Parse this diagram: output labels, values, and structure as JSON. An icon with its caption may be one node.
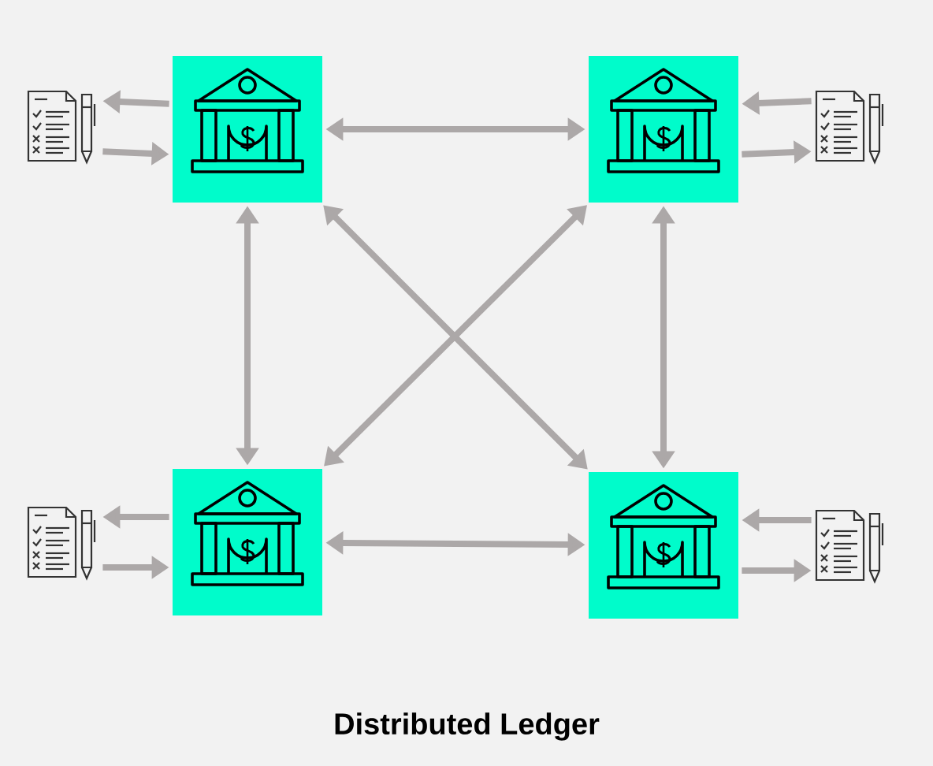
{
  "diagram": {
    "title": "Distributed Ledger",
    "nodes": [
      {
        "text": [],
        "shape": "box"
      },
      {
        "text": [],
        "shape": "box"
      },
      {
        "text": [],
        "shape": "box"
      },
      {
        "text": [],
        "shape": "box"
      },
      {
        "text": [],
        "shape": "document"
      },
      {
        "text": [],
        "shape": "document"
      },
      {
        "text": [],
        "shape": "document"
      },
      {
        "text": [],
        "shape": "document"
      }
    ],
    "edges": [
      {
        "from": 0,
        "to": 1,
        "arrow": "both"
      },
      {
        "from": 0,
        "to": 2,
        "arrow": "both"
      },
      {
        "from": 0,
        "to": 3,
        "arrow": "both"
      },
      {
        "from": 1,
        "to": 2,
        "arrow": "both"
      },
      {
        "from": 1,
        "to": 3,
        "arrow": "both"
      },
      {
        "from": 2,
        "to": 3,
        "arrow": "both"
      },
      {
        "from": 0,
        "to": 4,
        "arrow": "to"
      },
      {
        "from": 4,
        "to": 0,
        "arrow": "to"
      },
      {
        "from": 5,
        "to": 1,
        "arrow": "to"
      },
      {
        "from": 1,
        "to": 5,
        "arrow": "to"
      },
      {
        "from": 2,
        "to": 6,
        "arrow": "to"
      },
      {
        "from": 6,
        "to": 2,
        "arrow": "to"
      },
      {
        "from": 7,
        "to": 3,
        "arrow": "to"
      },
      {
        "from": 3,
        "to": 7,
        "arrow": "to"
      }
    ]
  }
}
